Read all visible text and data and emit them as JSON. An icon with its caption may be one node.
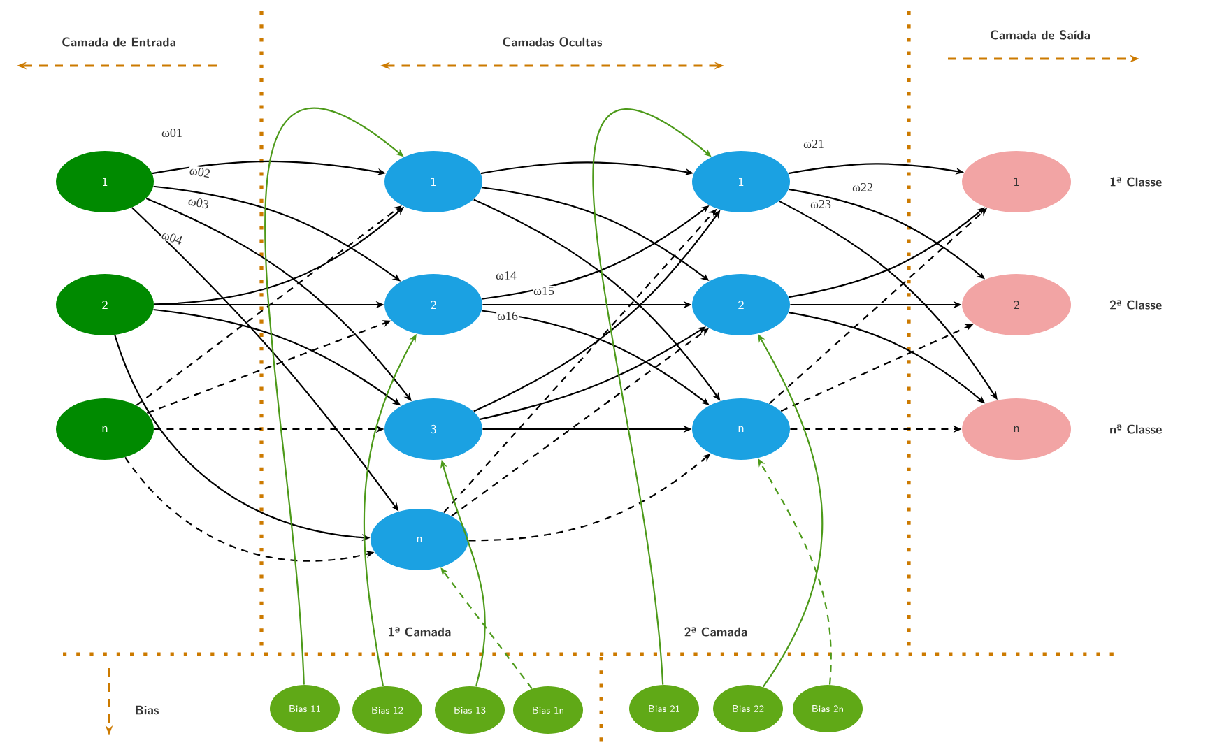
{
  "diagram": {
    "nodes": [
      {
        "text": [
          "1"
        ]
      },
      {
        "text": [
          "2"
        ]
      },
      {
        "text": [
          "n"
        ]
      },
      {
        "text": [
          "1"
        ]
      },
      {
        "text": [
          "2"
        ]
      },
      {
        "text": [
          "3"
        ]
      },
      {
        "text": [
          "n"
        ]
      },
      {
        "text": [
          "1"
        ]
      },
      {
        "text": [
          "2"
        ]
      },
      {
        "text": [
          "n"
        ]
      },
      {
        "text": [
          "1"
        ],
        "beside": [
          "1ª Classe"
        ]
      },
      {
        "text": [
          "2"
        ],
        "beside": [
          "2ª Classe"
        ]
      },
      {
        "text": [
          "n"
        ],
        "beside": [
          "nª Classe"
        ]
      },
      {
        "text": [
          "Bias 11"
        ]
      },
      {
        "text": [
          "Bias 12"
        ]
      },
      {
        "text": [
          "Bias 13"
        ]
      },
      {
        "text": [
          "Bias 1n"
        ]
      },
      {
        "text": [
          "Bias 21"
        ]
      },
      {
        "text": [
          "Bias 22"
        ]
      },
      {
        "text": [
          "Bias 2n"
        ]
      }
    ],
    "edges": [
      {
        "from": 0,
        "to": 3,
        "arrow": "to",
        "label": "ω01"
      },
      {
        "from": 0,
        "to": 4,
        "arrow": "to",
        "label": "ω02"
      },
      {
        "from": 0,
        "to": 5,
        "arrow": "to",
        "label": "ω03"
      },
      {
        "from": 0,
        "to": 6,
        "arrow": "to",
        "label": "ω04"
      },
      {
        "from": 1,
        "to": 3,
        "arrow": "to"
      },
      {
        "from": 1,
        "to": 4,
        "arrow": "to"
      },
      {
        "from": 1,
        "to": 5,
        "arrow": "to"
      },
      {
        "from": 1,
        "to": 6,
        "arrow": "to"
      },
      {
        "from": 2,
        "to": 3,
        "arrow": "to",
        "style": "dashed"
      },
      {
        "from": 2,
        "to": 4,
        "arrow": "to",
        "style": "dashed"
      },
      {
        "from": 2,
        "to": 5,
        "arrow": "to",
        "style": "dashed"
      },
      {
        "from": 2,
        "to": 6,
        "arrow": "to",
        "style": "dashed"
      },
      {
        "from": 3,
        "to": 7,
        "arrow": "to"
      },
      {
        "from": 3,
        "to": 8,
        "arrow": "to"
      },
      {
        "from": 3,
        "to": 9,
        "arrow": "to"
      },
      {
        "from": 4,
        "to": 7,
        "arrow": "to",
        "label": "ω14"
      },
      {
        "from": 4,
        "to": 8,
        "arrow": "to",
        "label": "ω15"
      },
      {
        "from": 4,
        "to": 9,
        "arrow": "to",
        "label": "ω16"
      },
      {
        "from": 5,
        "to": 7,
        "arrow": "to"
      },
      {
        "from": 5,
        "to": 8,
        "arrow": "to"
      },
      {
        "from": 5,
        "to": 9,
        "arrow": "to"
      },
      {
        "from": 6,
        "to": 7,
        "arrow": "to",
        "style": "dashed"
      },
      {
        "from": 6,
        "to": 8,
        "arrow": "to",
        "style": "dashed"
      },
      {
        "from": 6,
        "to": 9,
        "arrow": "to",
        "style": "dashed"
      },
      {
        "from": 7,
        "to": 10,
        "arrow": "to",
        "label": "ω21"
      },
      {
        "from": 7,
        "to": 11,
        "arrow": "to",
        "label": "ω22"
      },
      {
        "from": 7,
        "to": 12,
        "arrow": "to",
        "label": "ω23"
      },
      {
        "from": 8,
        "to": 10,
        "arrow": "to"
      },
      {
        "from": 8,
        "to": 11,
        "arrow": "to"
      },
      {
        "from": 8,
        "to": 12,
        "arrow": "to"
      },
      {
        "from": 9,
        "to": 10,
        "arrow": "to",
        "style": "dashed"
      },
      {
        "from": 9,
        "to": 11,
        "arrow": "to",
        "style": "dashed"
      },
      {
        "from": 9,
        "to": 12,
        "arrow": "to",
        "style": "dashed"
      },
      {
        "from": 13,
        "to": 3,
        "arrow": "to",
        "color": "#4d9a1a"
      },
      {
        "from": 14,
        "to": 4,
        "arrow": "to",
        "color": "#4d9a1a"
      },
      {
        "from": 15,
        "to": 5,
        "arrow": "to",
        "color": "#4d9a1a"
      },
      {
        "from": 16,
        "to": 6,
        "arrow": "to",
        "style": "dashed",
        "color": "#4d9a1a"
      },
      {
        "from": 17,
        "to": 7,
        "arrow": "to",
        "color": "#4d9a1a"
      },
      {
        "from": 18,
        "to": 8,
        "arrow": "to",
        "color": "#4d9a1a"
      },
      {
        "from": 19,
        "to": 9,
        "arrow": "to",
        "style": "dashed",
        "color": "#4d9a1a"
      }
    ],
    "labels": [
      "Camada de Entrada",
      "Camadas Ocultas",
      "Camada de Saída",
      "1ª Camada",
      "2ª Camada",
      "Bias"
    ]
  }
}
